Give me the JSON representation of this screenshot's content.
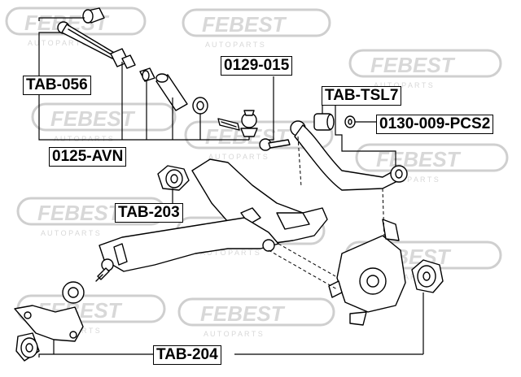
{
  "labels": {
    "tab056": "TAB-056",
    "avn0125": "0125-AVN",
    "t0129": "0129-015",
    "tsl7": "TAB-TSL7",
    "pcs2": "0130-009-PCS2",
    "tab203": "TAB-203",
    "tab204": "TAB-204"
  },
  "watermark": {
    "brand": "FEBEST",
    "tagline": "A U T O   P A R T S"
  },
  "colors": {
    "ink": "#000000",
    "watermark": "#d6d6d6",
    "part_fill": "#ffffff"
  }
}
